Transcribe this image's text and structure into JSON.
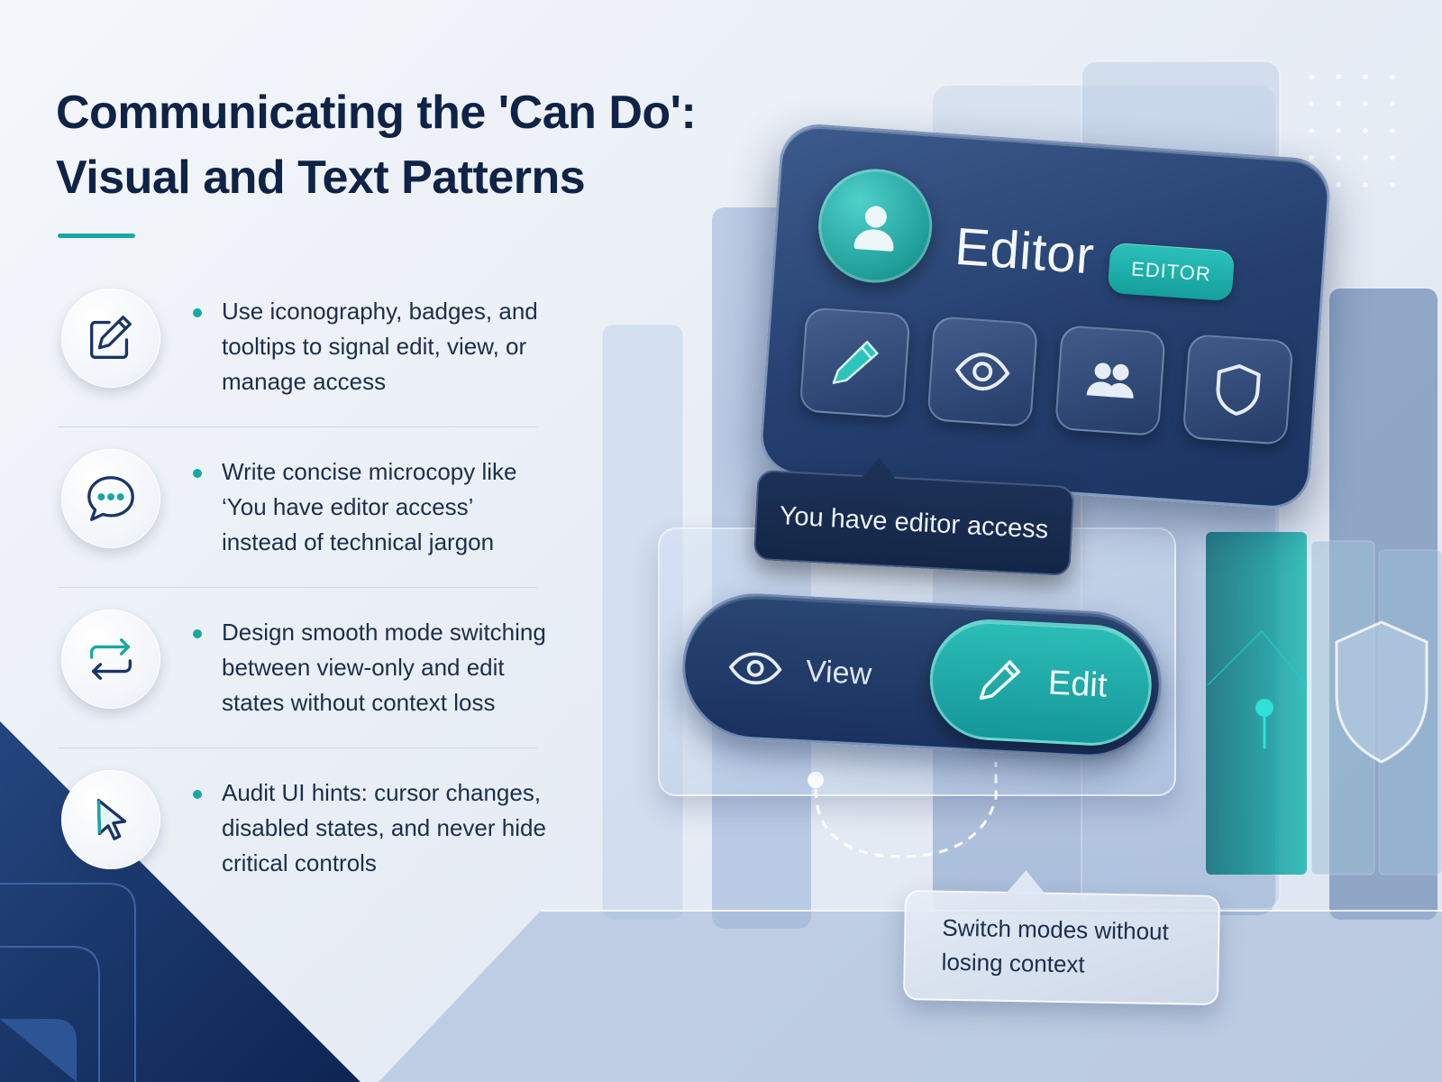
{
  "title": {
    "line1": "Communicating the 'Can Do':",
    "line2": "Visual and Text Patterns"
  },
  "items": [
    {
      "icon": "edit-square-icon",
      "text": "Use iconography, badges, and tooltips to signal edit, view, or manage access"
    },
    {
      "icon": "chat-bubble-icon",
      "text": "Write concise microcopy like ‘You have editor access’ instead of technical jargon"
    },
    {
      "icon": "swap-arrows-icon",
      "text": "Design smooth mode switching between view-only and edit states without context loss"
    },
    {
      "icon": "cursor-pointer-icon",
      "text": "Audit UI hints: cursor changes, disabled states, and never hide critical controls"
    }
  ],
  "illustration": {
    "editor_card": {
      "title": "Editor",
      "badge": "EDITOR",
      "tools": [
        "pencil-icon",
        "eye-icon",
        "users-icon",
        "shield-icon"
      ]
    },
    "editor_tooltip": "You have editor access",
    "mode_switch": {
      "view_label": "View",
      "edit_label": "Edit",
      "active": "Edit"
    },
    "switch_tooltip": {
      "line1": "Switch modes without",
      "line2": "losing context"
    }
  },
  "colors": {
    "accent_teal": "#17a7a5",
    "navy": "#0f2347",
    "card_blue": "#243f6e"
  }
}
